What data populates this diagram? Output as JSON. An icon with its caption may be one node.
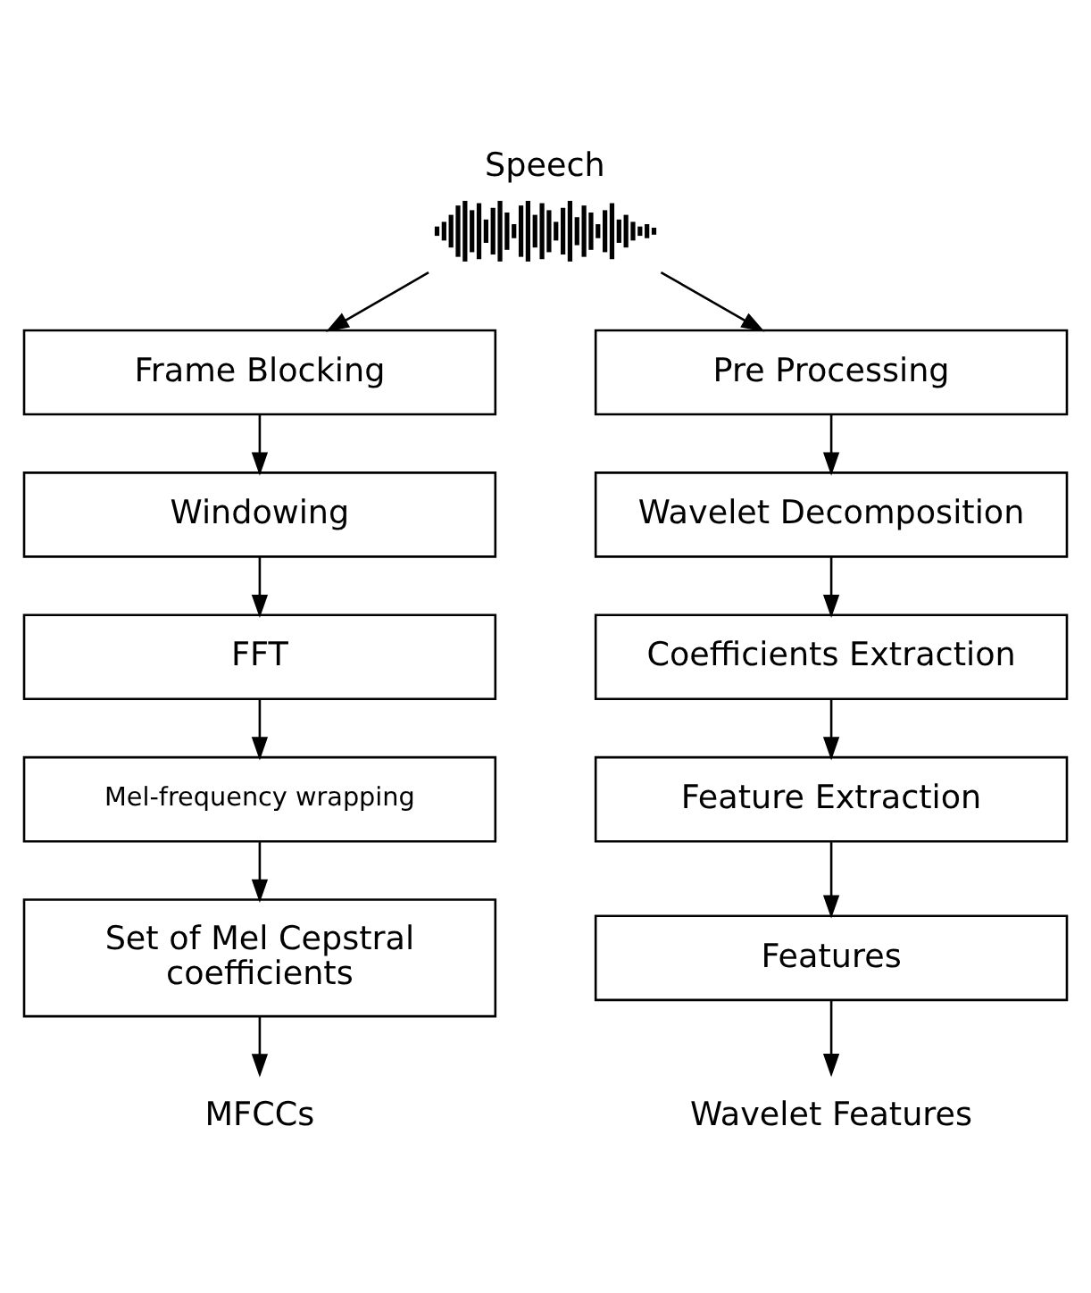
{
  "diagram": {
    "nodes": [
      {
        "text": [],
        "shape": "picture",
        "beside": [
          "Speech"
        ]
      },
      {
        "text": [
          "Frame Blocking"
        ]
      },
      {
        "text": [
          "Windowing"
        ]
      },
      {
        "text": [
          "FFT"
        ]
      },
      {
        "text": [
          "Mel-frequency wrapping"
        ]
      },
      {
        "text": [
          "Set of Mel Cepstral coefficients"
        ]
      },
      {
        "text": [
          "MFCCs"
        ]
      },
      {
        "text": [
          "Pre Processing"
        ]
      },
      {
        "text": [
          "Wavelet Decomposition"
        ]
      },
      {
        "text": [
          "Coefficients Extraction"
        ]
      },
      {
        "text": [
          "Feature Extraction"
        ]
      },
      {
        "text": [
          "Features"
        ]
      },
      {
        "text": [
          "Wavelet Features"
        ]
      }
    ],
    "edges": [
      {
        "from": 0,
        "to": 1,
        "arrow": "to"
      },
      {
        "from": 0,
        "to": 7,
        "arrow": "to"
      },
      {
        "from": 1,
        "to": 2,
        "arrow": "to"
      },
      {
        "from": 2,
        "to": 3,
        "arrow": "to"
      },
      {
        "from": 3,
        "to": 4,
        "arrow": "to"
      },
      {
        "from": 4,
        "to": 5,
        "arrow": "to"
      },
      {
        "from": 5,
        "to": 6,
        "arrow": "to"
      },
      {
        "from": 7,
        "to": 8,
        "arrow": "to"
      },
      {
        "from": 8,
        "to": 9,
        "arrow": "to"
      },
      {
        "from": 9,
        "to": 10,
        "arrow": "to"
      },
      {
        "from": 10,
        "to": 11,
        "arrow": "to"
      },
      {
        "from": 11,
        "to": 12,
        "arrow": "to"
      }
    ]
  }
}
